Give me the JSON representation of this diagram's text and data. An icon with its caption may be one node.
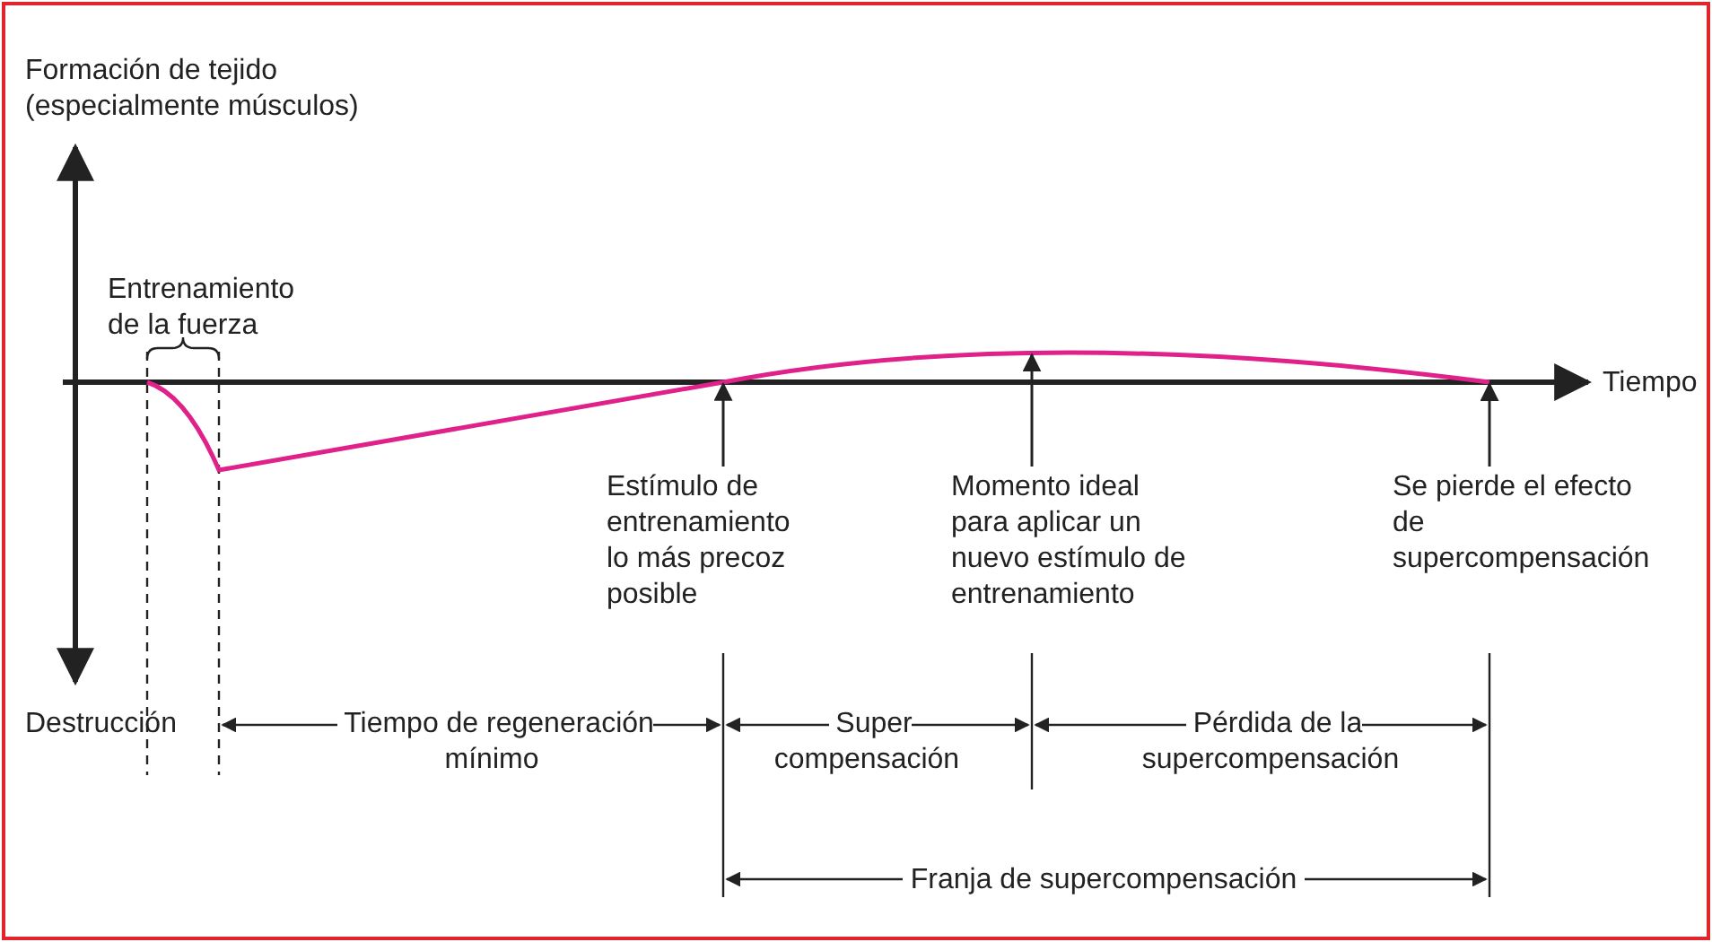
{
  "diagram": {
    "nodes": [
      {
        "text": [
          "Estímulo de entrenamiento lo más precoz posible"
        ]
      },
      {
        "text": [
          "Momento ideal para aplicar un nuevo estímulo de entrenamiento"
        ]
      },
      {
        "text": [
          "Se pierde el efecto de supercompensación"
        ]
      },
      {
        "text": [],
        "shape": "curve"
      }
    ],
    "edges": [
      {
        "from": 0,
        "to": 3,
        "arrow": "to"
      },
      {
        "from": 1,
        "to": 3,
        "arrow": "to"
      },
      {
        "from": 2,
        "to": 3,
        "arrow": "to"
      }
    ],
    "labels": [
      "Formación de tejido (especialmente músculos)",
      "Entrenamiento de la fuerza",
      "Tiempo",
      "Destrucción",
      "Tiempo de regeneración mínimo",
      "Super compensación",
      "Pérdida de la supercompensación",
      "Franja de supercompensación"
    ]
  }
}
